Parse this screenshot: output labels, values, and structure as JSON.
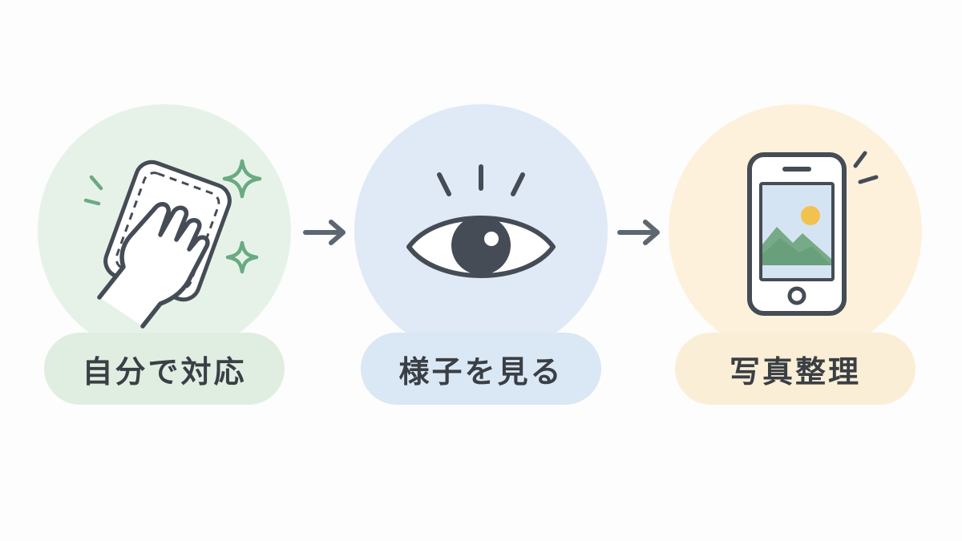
{
  "steps": [
    {
      "label": "自分で対応",
      "icon": "hand-wiping-cloth-icon",
      "circle_color": "#e6f2e8"
    },
    {
      "label": "様子を見る",
      "icon": "eye-icon",
      "circle_color": "#dfeaf6"
    },
    {
      "label": "写真整理",
      "icon": "smartphone-photo-icon",
      "circle_color": "#fdf1dc"
    }
  ],
  "colors": {
    "icon_stroke": "#454c55",
    "accent_green": "#6aaa82",
    "accent_sun": "#f2c14e",
    "arrow": "#5d6671"
  }
}
